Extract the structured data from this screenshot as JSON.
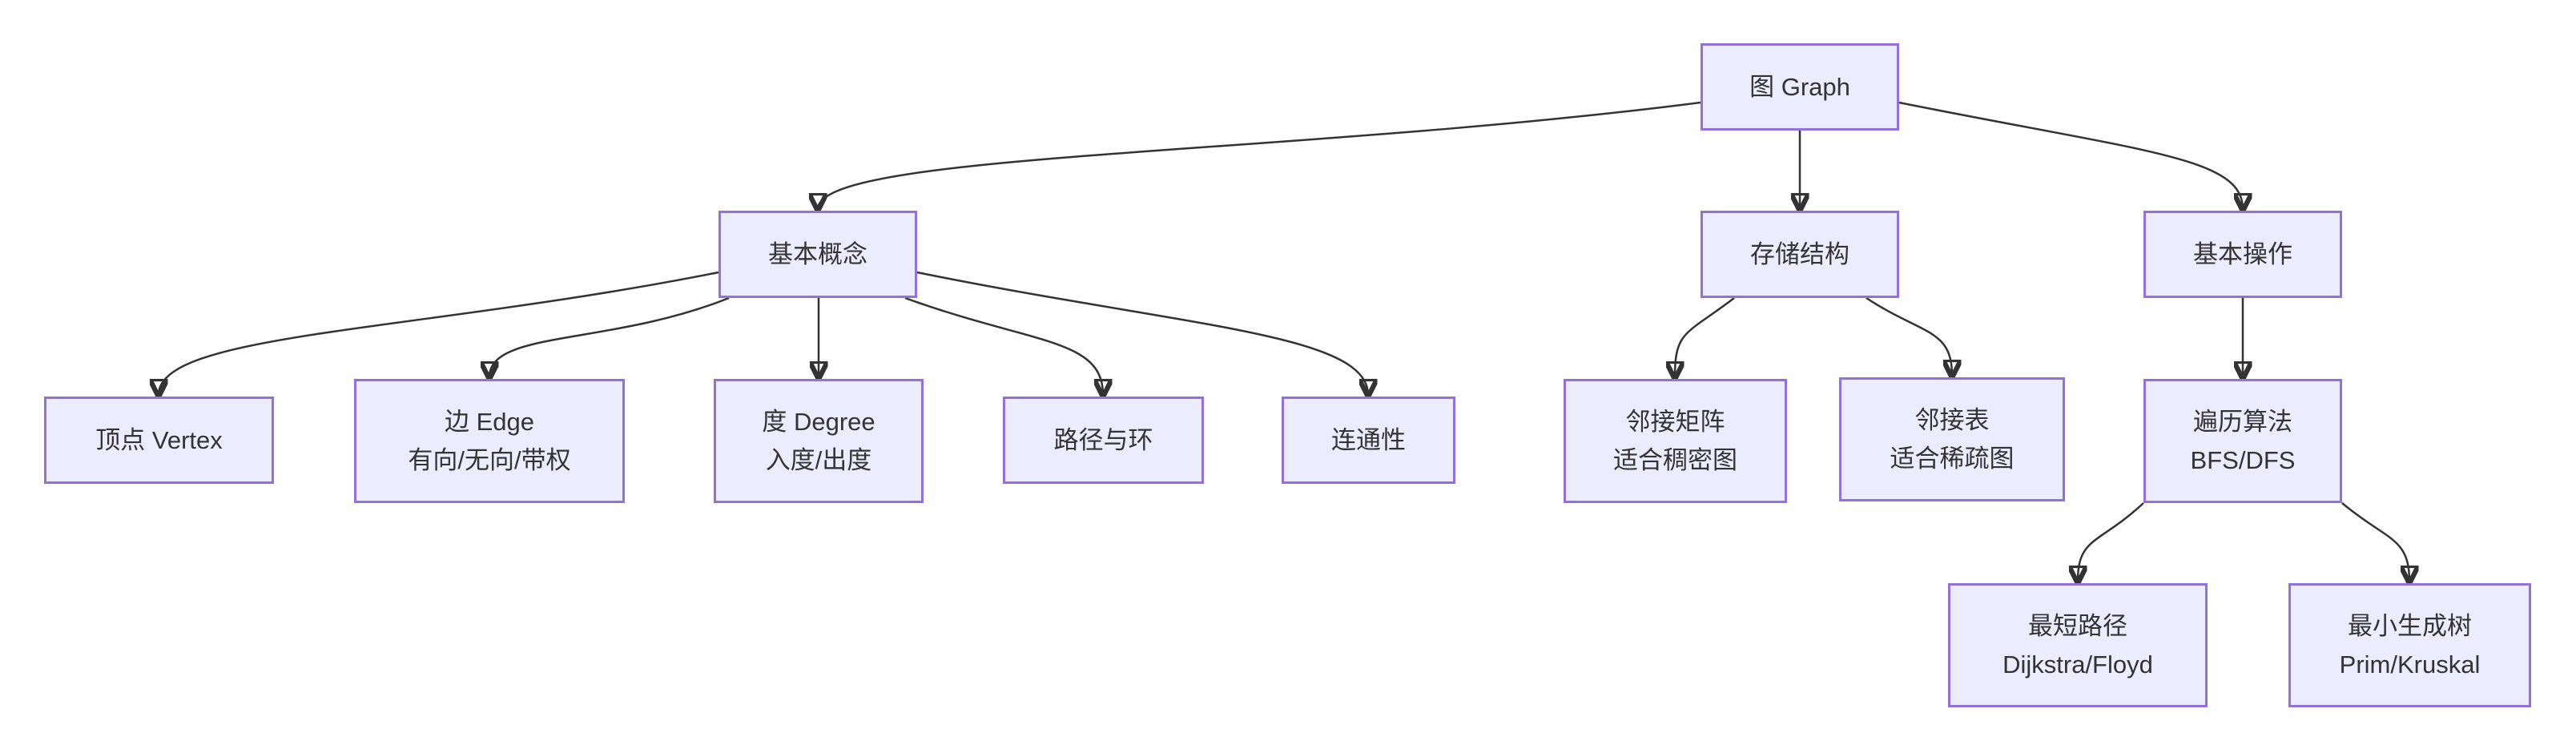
{
  "diagram": {
    "type": "flowchart-top-down",
    "topic": "图 Graph",
    "colors": {
      "background": "#ffffff",
      "node_fill": "#ECECFF",
      "node_border": "#9370DB",
      "node_text": "#333333",
      "edge_line": "#333333"
    },
    "nodes": [
      {
        "id": "graph-root",
        "lines": [
          "图 Graph"
        ]
      },
      {
        "id": "basic-concepts",
        "lines": [
          "基本概念"
        ]
      },
      {
        "id": "storage-structure",
        "lines": [
          "存储结构"
        ]
      },
      {
        "id": "basic-operations",
        "lines": [
          "基本操作"
        ]
      },
      {
        "id": "vertex",
        "lines": [
          "顶点 Vertex"
        ]
      },
      {
        "id": "edge",
        "lines": [
          "边 Edge",
          "有向/无向/带权"
        ]
      },
      {
        "id": "degree",
        "lines": [
          "度 Degree",
          "入度/出度"
        ]
      },
      {
        "id": "path-and-cycle",
        "lines": [
          "路径与环"
        ]
      },
      {
        "id": "connectivity",
        "lines": [
          "连通性"
        ]
      },
      {
        "id": "adjacency-matrix",
        "lines": [
          "邻接矩阵",
          "适合稠密图"
        ]
      },
      {
        "id": "adjacency-list",
        "lines": [
          "邻接表",
          "适合稀疏图"
        ]
      },
      {
        "id": "traversal-algorithms",
        "lines": [
          "遍历算法",
          "BFS/DFS"
        ]
      },
      {
        "id": "shortest-path",
        "lines": [
          "最短路径",
          "Dijkstra/Floyd"
        ]
      },
      {
        "id": "minimum-spanning-tree",
        "lines": [
          "最小生成树",
          "Prim/Kruskal"
        ]
      }
    ],
    "edges": [
      {
        "from": "图 Graph",
        "to": "基本概念"
      },
      {
        "from": "图 Graph",
        "to": "存储结构"
      },
      {
        "from": "图 Graph",
        "to": "基本操作"
      },
      {
        "from": "基本概念",
        "to": "顶点 Vertex"
      },
      {
        "from": "基本概念",
        "to": "边 Edge"
      },
      {
        "from": "基本概念",
        "to": "度 Degree"
      },
      {
        "from": "基本概念",
        "to": "路径与环"
      },
      {
        "from": "基本概念",
        "to": "连通性"
      },
      {
        "from": "存储结构",
        "to": "邻接矩阵"
      },
      {
        "from": "存储结构",
        "to": "邻接表"
      },
      {
        "from": "基本操作",
        "to": "遍历算法"
      },
      {
        "from": "遍历算法",
        "to": "最短路径"
      },
      {
        "from": "遍历算法",
        "to": "最小生成树"
      }
    ]
  }
}
